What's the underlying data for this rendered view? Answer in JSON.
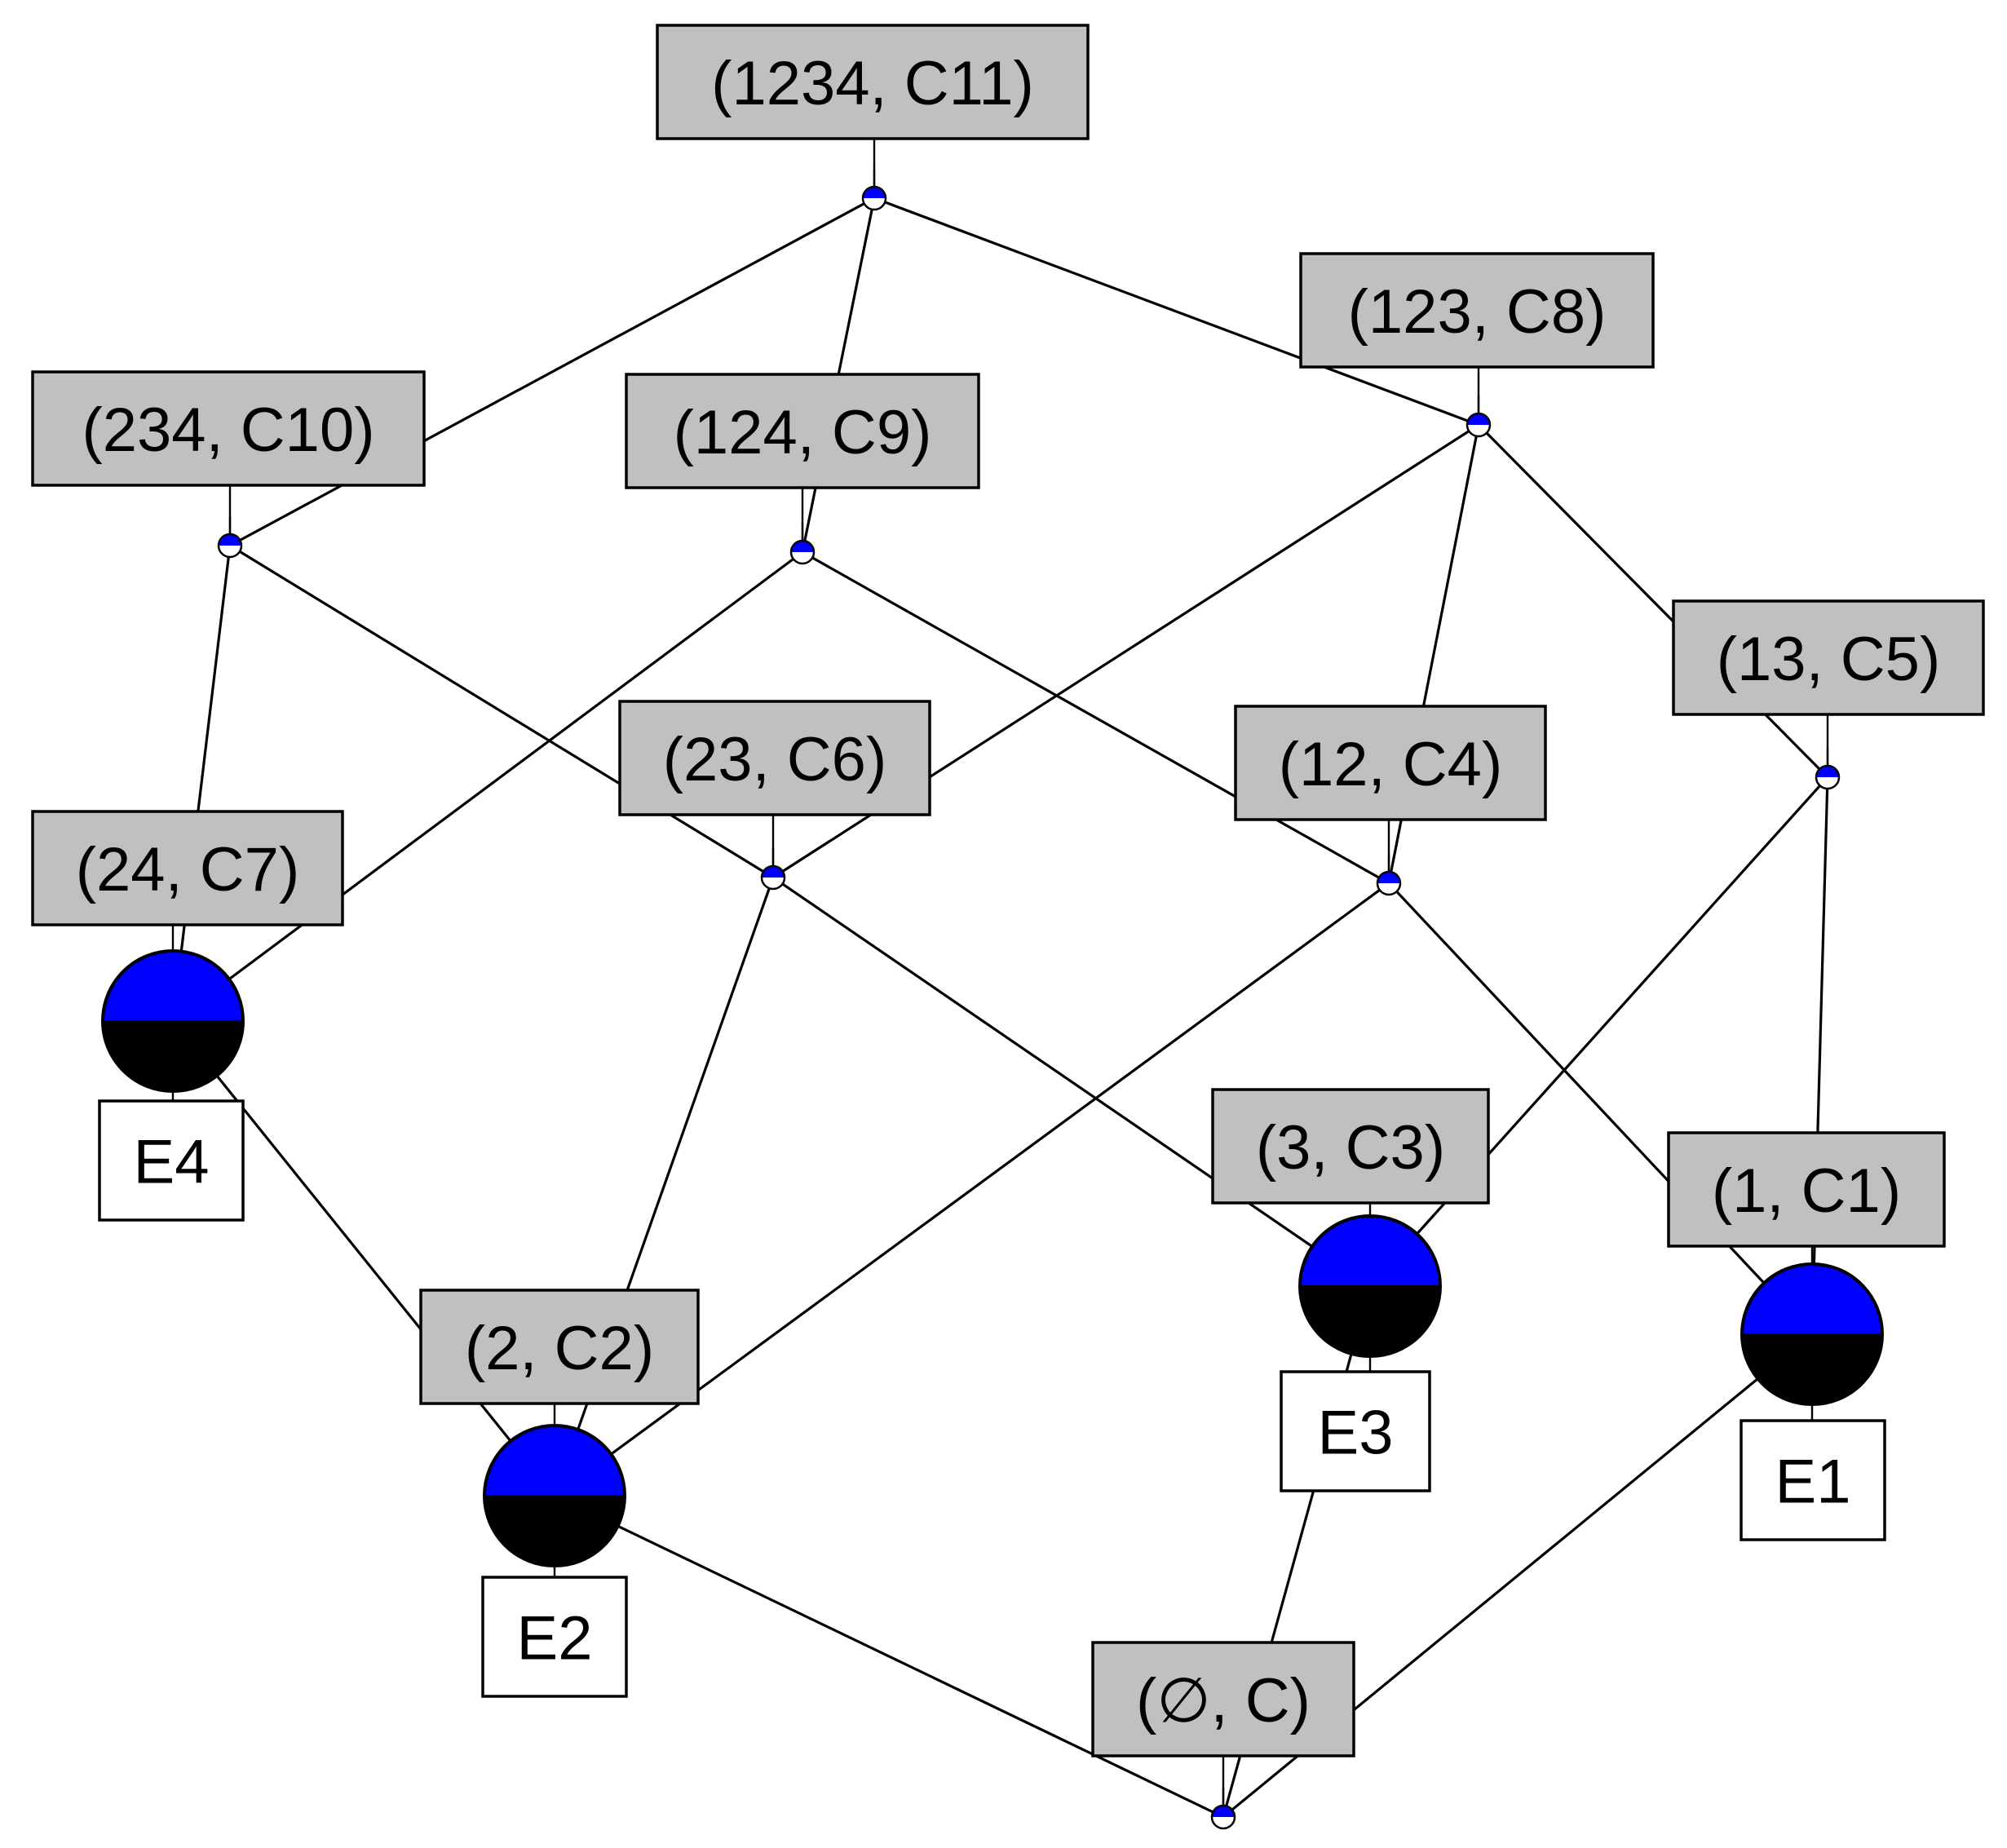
{
  "colors": {
    "concept_box_fill": "#c0c0c0",
    "object_box_fill": "#ffffff",
    "node_top": "#0000ff",
    "node_bottom": "#000000",
    "small_node_top": "#0000ff",
    "small_node_bottom": "#ffffff",
    "line": "#000000"
  },
  "nodes": [
    {
      "id": "n11",
      "size": "small",
      "concept": "(1234, C11)",
      "object": ""
    },
    {
      "id": "n10",
      "size": "small",
      "concept": "(234, C10)",
      "object": ""
    },
    {
      "id": "n9",
      "size": "small",
      "concept": "(124, C9)",
      "object": ""
    },
    {
      "id": "n8",
      "size": "small",
      "concept": "(123, C8)",
      "object": ""
    },
    {
      "id": "n7",
      "size": "large",
      "concept": "(24, C7)",
      "object": "E4"
    },
    {
      "id": "n6",
      "size": "small",
      "concept": "(23, C6)",
      "object": ""
    },
    {
      "id": "n4",
      "size": "small",
      "concept": "(12, C4)",
      "object": ""
    },
    {
      "id": "n5",
      "size": "small",
      "concept": "(13, C5)",
      "object": ""
    },
    {
      "id": "n2",
      "size": "large",
      "concept": "(2, C2)",
      "object": "E2"
    },
    {
      "id": "n3",
      "size": "large",
      "concept": "(3, C3)",
      "object": "E3"
    },
    {
      "id": "n1",
      "size": "large",
      "concept": "(1, C1)",
      "object": "E1"
    },
    {
      "id": "n0",
      "size": "small",
      "concept": "(∅, C)",
      "object": ""
    }
  ],
  "edges": [
    [
      "n11",
      "n10"
    ],
    [
      "n11",
      "n9"
    ],
    [
      "n11",
      "n8"
    ],
    [
      "n10",
      "n7"
    ],
    [
      "n10",
      "n6"
    ],
    [
      "n9",
      "n7"
    ],
    [
      "n9",
      "n4"
    ],
    [
      "n8",
      "n6"
    ],
    [
      "n8",
      "n4"
    ],
    [
      "n8",
      "n5"
    ],
    [
      "n7",
      "n2"
    ],
    [
      "n6",
      "n2"
    ],
    [
      "n6",
      "n3"
    ],
    [
      "n4",
      "n2"
    ],
    [
      "n4",
      "n1"
    ],
    [
      "n5",
      "n3"
    ],
    [
      "n5",
      "n1"
    ],
    [
      "n2",
      "n0"
    ],
    [
      "n3",
      "n0"
    ],
    [
      "n1",
      "n0"
    ]
  ]
}
